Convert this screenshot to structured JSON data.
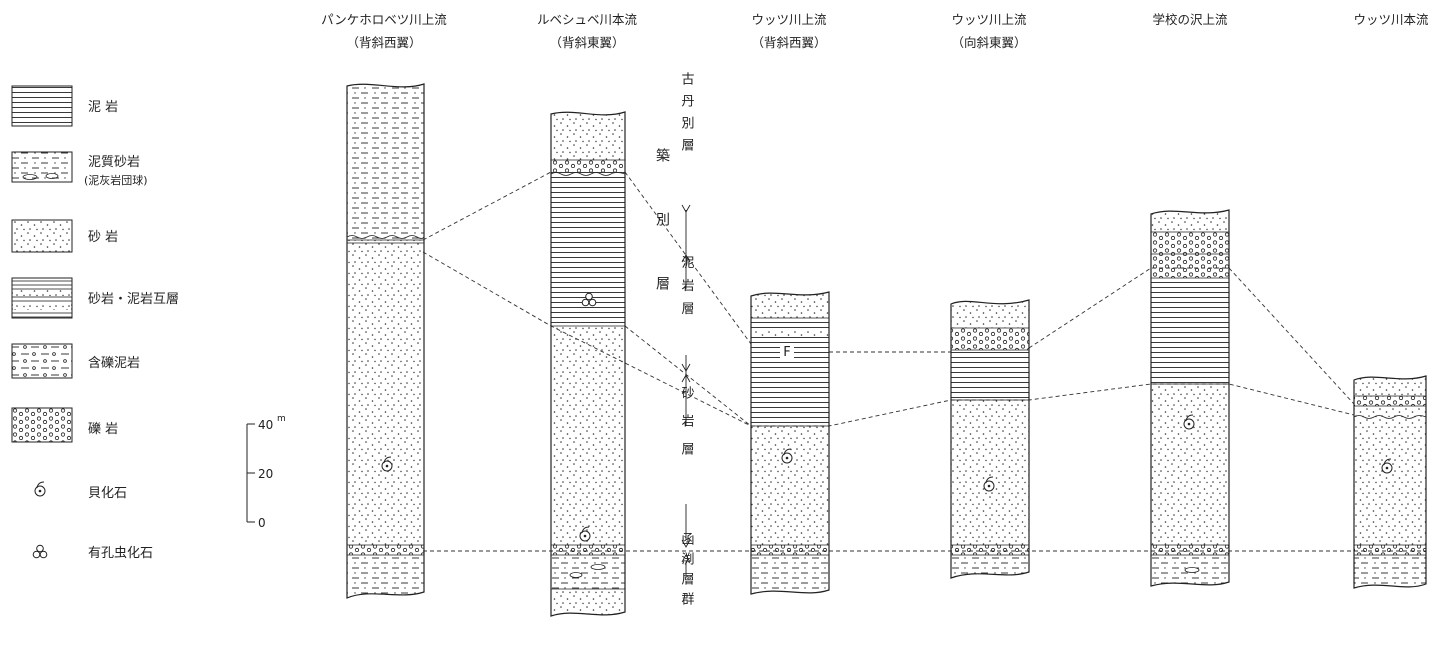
{
  "columns": [
    {
      "name": "パンケホロベツ川上流",
      "sub": "（背斜西翼）"
    },
    {
      "name": "ルベシュベ川本流",
      "sub": "（背斜東翼）"
    },
    {
      "name": "ウッツ川上流",
      "sub": "（背斜西翼）"
    },
    {
      "name": "ウッツ川上流",
      "sub": "（向斜東翼）"
    },
    {
      "name": "学校の沢上流",
      "sub": ""
    },
    {
      "name": "ウッツ川本流",
      "sub": ""
    }
  ],
  "legend": [
    {
      "pattern": "mudstone",
      "label": "泥 岩"
    },
    {
      "pattern": "muddy-sandstone",
      "label": "泥質砂岩",
      "sublabel": "(泥灰岩団球)"
    },
    {
      "pattern": "sandstone",
      "label": "砂 岩"
    },
    {
      "pattern": "alternation",
      "label": "砂岩・泥岩互層"
    },
    {
      "pattern": "pebbly-mudstone",
      "label": "含礫泥岩"
    },
    {
      "pattern": "conglomerate",
      "label": "礫 岩"
    },
    {
      "pattern": "shell-fossil",
      "label": "貝化石"
    },
    {
      "pattern": "foraminifera-fossil",
      "label": "有孔虫化石"
    }
  ],
  "scale": {
    "ticks": [
      "40",
      "20",
      "0"
    ],
    "unit": "m"
  },
  "strata": {
    "upper": "古丹別層",
    "formation": "築別層",
    "mudstone_member": "泥岩層",
    "sandstone_member": "砂岩層",
    "lower": "函渕層群"
  },
  "marker_label": "F"
}
